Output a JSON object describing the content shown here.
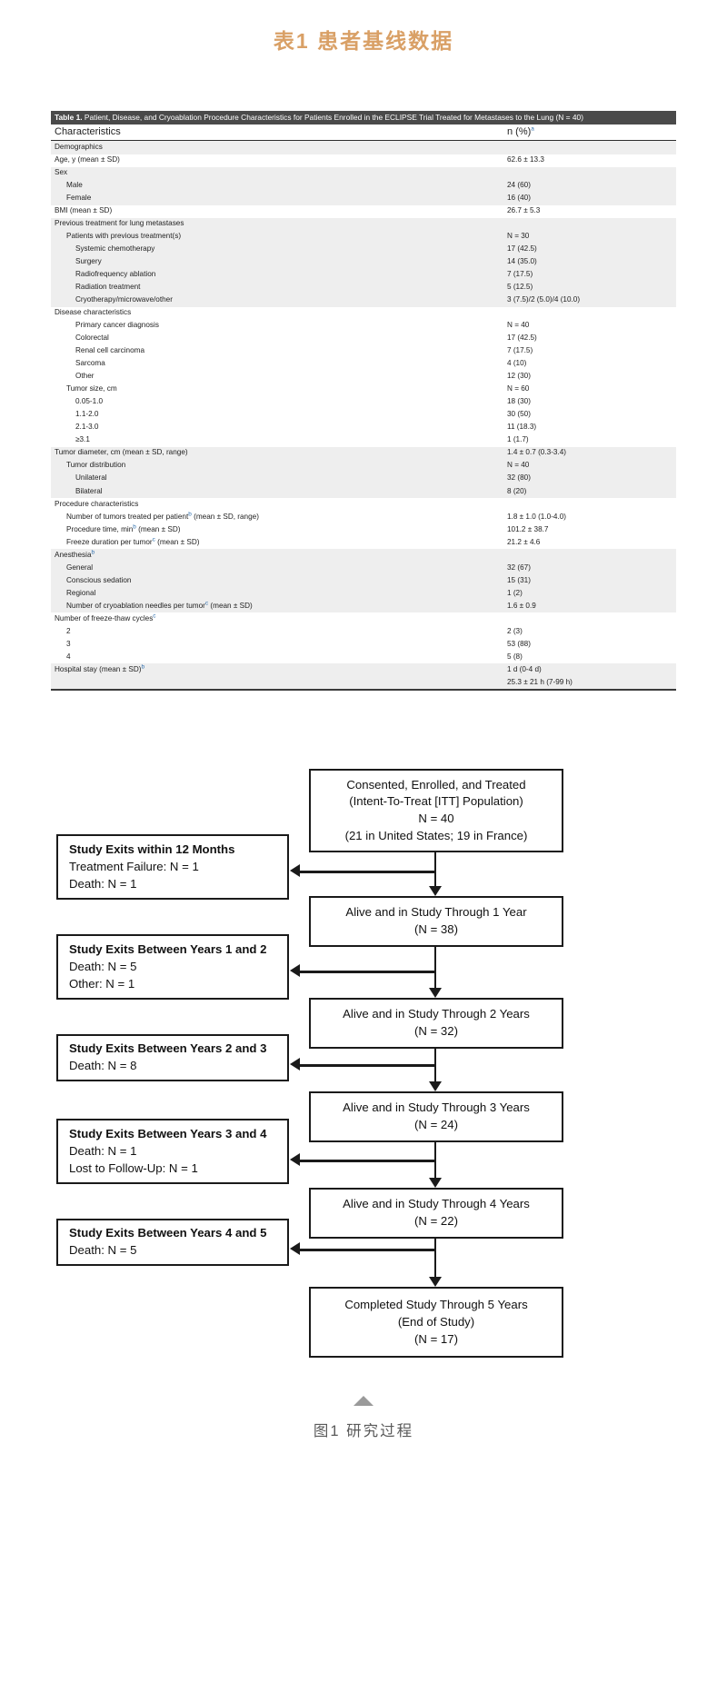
{
  "heading": "表1  患者基线数据",
  "table": {
    "caption_bold": "Table 1.",
    "caption_rest": " Patient, Disease, and Cryoablation Procedure Characteristics for Patients Enrolled in the ECLIPSE Trial Treated for Metastases to the Lung (N = 40)",
    "col_characteristics": "Characteristics",
    "col_n": "n (%)",
    "col_n_footnote": "a",
    "rows": [
      {
        "label": "Demographics",
        "value": "",
        "indent": 0,
        "shade": true
      },
      {
        "label": "Age, y (mean ± SD)",
        "value": "62.6 ± 13.3",
        "indent": 0,
        "shade": false
      },
      {
        "label": "Sex",
        "value": "",
        "indent": 0,
        "shade": true
      },
      {
        "label": "Male",
        "value": "24 (60)",
        "indent": 1,
        "shade": true
      },
      {
        "label": "Female",
        "value": "16 (40)",
        "indent": 1,
        "shade": true
      },
      {
        "label": "BMI (mean ± SD)",
        "value": "26.7 ± 5.3",
        "indent": 0,
        "shade": false
      },
      {
        "label": "Previous treatment for lung metastases",
        "value": "",
        "indent": 0,
        "shade": true
      },
      {
        "label": "Patients with previous treatment(s)",
        "value": "N = 30",
        "indent": 1,
        "shade": true
      },
      {
        "label": "Systemic chemotherapy",
        "value": "17 (42.5)",
        "indent": 2,
        "shade": true
      },
      {
        "label": "Surgery",
        "value": "14 (35.0)",
        "indent": 2,
        "shade": true
      },
      {
        "label": "Radiofrequency ablation",
        "value": "7 (17.5)",
        "indent": 2,
        "shade": true
      },
      {
        "label": "Radiation treatment",
        "value": "5 (12.5)",
        "indent": 2,
        "shade": true
      },
      {
        "label": "Cryotherapy/microwave/other",
        "value": "3 (7.5)/2 (5.0)/4 (10.0)",
        "indent": 2,
        "shade": true
      },
      {
        "label": "Disease characteristics",
        "value": "",
        "indent": 0,
        "shade": false
      },
      {
        "label": "Primary cancer diagnosis",
        "value": "N = 40",
        "indent": 2,
        "shade": false
      },
      {
        "label": "Colorectal",
        "value": "17 (42.5)",
        "indent": 2,
        "shade": false
      },
      {
        "label": "Renal cell carcinoma",
        "value": "7 (17.5)",
        "indent": 2,
        "shade": false
      },
      {
        "label": "Sarcoma",
        "value": "4 (10)",
        "indent": 2,
        "shade": false
      },
      {
        "label": "Other",
        "value": "12 (30)",
        "indent": 2,
        "shade": false
      },
      {
        "label": "Tumor size, cm",
        "value": "N = 60",
        "indent": 1,
        "shade": false
      },
      {
        "label": "0.05-1.0",
        "value": "18 (30)",
        "indent": 2,
        "shade": false
      },
      {
        "label": "1.1-2.0",
        "value": "30 (50)",
        "indent": 2,
        "shade": false
      },
      {
        "label": "2.1-3.0",
        "value": "11 (18.3)",
        "indent": 2,
        "shade": false
      },
      {
        "label": "≥3.1",
        "value": "1 (1.7)",
        "indent": 2,
        "shade": false
      },
      {
        "label": "Tumor diameter, cm (mean ± SD, range)",
        "value": "1.4 ± 0.7 (0.3-3.4)",
        "indent": 0,
        "shade": true
      },
      {
        "label": "Tumor distribution",
        "value": "N = 40",
        "indent": 1,
        "shade": true
      },
      {
        "label": "Unilateral",
        "value": "32 (80)",
        "indent": 2,
        "shade": true
      },
      {
        "label": "Bilateral",
        "value": "8 (20)",
        "indent": 2,
        "shade": true
      },
      {
        "label": "Procedure characteristics",
        "value": "",
        "indent": 0,
        "shade": false
      },
      {
        "label": "Number of tumors treated per patient",
        "footnote": "b",
        "label_tail": " (mean ± SD, range)",
        "value": "1.8 ± 1.0 (1.0-4.0)",
        "indent": 1,
        "shade": false
      },
      {
        "label": "Procedure time, min",
        "footnote": "b",
        "label_tail": " (mean ± SD)",
        "value": "101.2 ± 38.7",
        "indent": 1,
        "shade": false
      },
      {
        "label": "Freeze duration per tumor",
        "footnote": "c",
        "label_tail": " (mean ± SD)",
        "value": "21.2 ± 4.6",
        "indent": 1,
        "shade": false
      },
      {
        "label": "Anesthesia",
        "footnote": "b",
        "value": "",
        "indent": 0,
        "shade": true
      },
      {
        "label": "General",
        "value": "32 (67)",
        "indent": 1,
        "shade": true
      },
      {
        "label": "Conscious sedation",
        "value": "15 (31)",
        "indent": 1,
        "shade": true
      },
      {
        "label": "Regional",
        "value": "1 (2)",
        "indent": 1,
        "shade": true
      },
      {
        "label": "Number of cryoablation needles per tumor",
        "footnote": "c",
        "label_tail": " (mean ± SD)",
        "value": "1.6 ± 0.9",
        "indent": 1,
        "shade": true
      },
      {
        "label": "Number of freeze-thaw cycles",
        "footnote": "c",
        "value": "",
        "indent": 0,
        "shade": false
      },
      {
        "label": "2",
        "value": "2 (3)",
        "indent": 1,
        "shade": false
      },
      {
        "label": "3",
        "value": "53 (88)",
        "indent": 1,
        "shade": false
      },
      {
        "label": "4",
        "value": "5 (8)",
        "indent": 1,
        "shade": false
      },
      {
        "label": "Hospital stay (mean ± SD)",
        "footnote": "b",
        "value": "1 d (0-4 d)",
        "indent": 0,
        "shade": true
      },
      {
        "label": "",
        "value": "25.3 ± 21 h (7-99 h)",
        "indent": 0,
        "shade": true
      }
    ]
  },
  "flowchart": {
    "main_boxes": [
      {
        "lines": [
          "Consented, Enrolled, and Treated",
          "(Intent-To-Treat [ITT] Population)",
          "N = 40",
          "(21 in United States; 19 in France)"
        ]
      },
      {
        "lines": [
          "Alive and in Study Through 1 Year",
          "(N = 38)"
        ]
      },
      {
        "lines": [
          "Alive and in Study Through 2 Years",
          "(N = 32)"
        ]
      },
      {
        "lines": [
          "Alive and in Study Through 3 Years",
          "(N = 24)"
        ]
      },
      {
        "lines": [
          "Alive and in Study Through 4 Years",
          "(N = 22)"
        ]
      },
      {
        "lines": [
          "Completed Study Through 5 Years",
          "(End of Study)",
          "(N = 17)"
        ]
      }
    ],
    "exit_boxes": [
      {
        "title": "Study Exits within 12 Months",
        "lines": [
          "Treatment Failure: N = 1",
          "Death: N = 1"
        ]
      },
      {
        "title": "Study Exits Between Years 1 and 2",
        "lines": [
          "Death: N = 5",
          "Other: N = 1"
        ]
      },
      {
        "title": "Study Exits Between Years 2 and 3",
        "lines": [
          "Death: N = 8"
        ]
      },
      {
        "title": "Study Exits Between Years 3 and 4",
        "lines": [
          "Death: N = 1",
          "Lost to Follow-Up: N = 1"
        ]
      },
      {
        "title": "Study Exits Between Years 4 and 5",
        "lines": [
          "Death: N = 5"
        ]
      }
    ]
  },
  "footer": {
    "caption": "图1  研究过程"
  }
}
